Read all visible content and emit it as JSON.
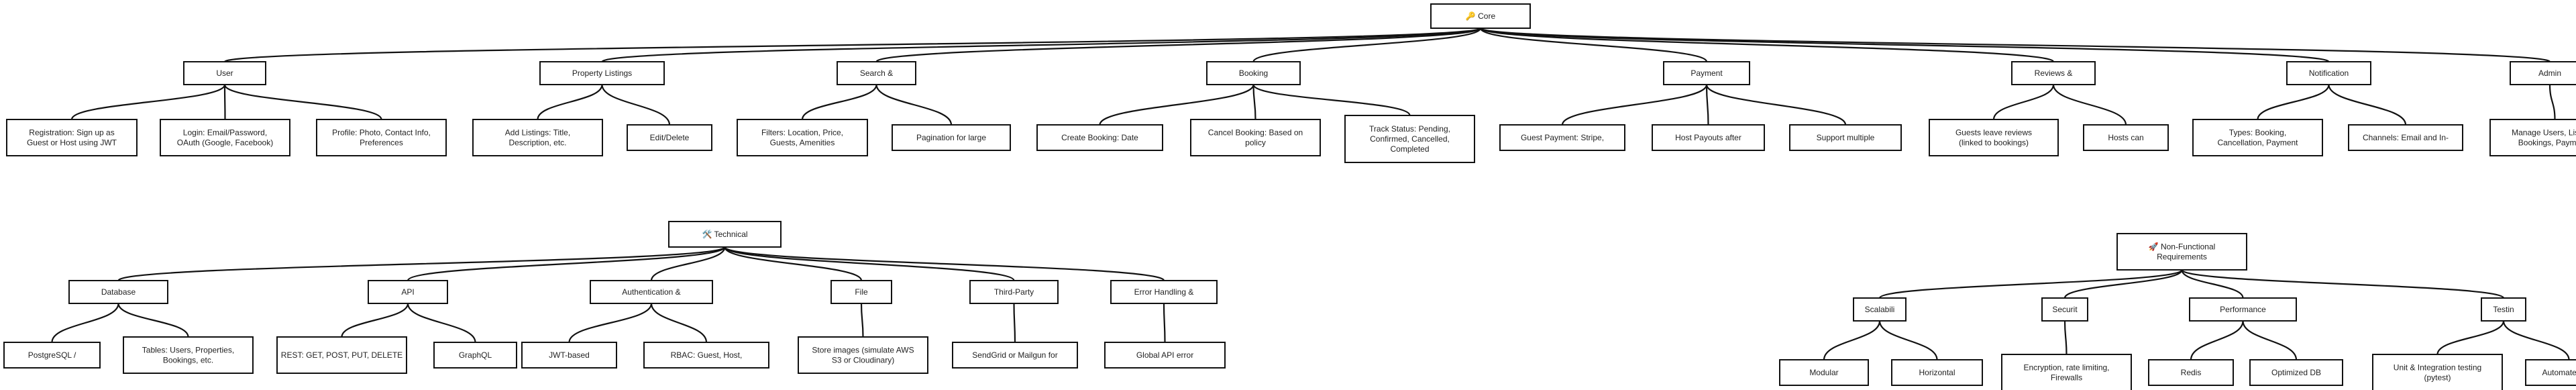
{
  "diagram": {
    "type": "mindmap-tree",
    "nodes": [
      {
        "id": "core",
        "label": [
          "🔑 Core"
        ],
        "parent": null
      },
      {
        "id": "user",
        "label": [
          "User"
        ],
        "parent": "core"
      },
      {
        "id": "listings",
        "label": [
          "Property Listings"
        ],
        "parent": "core"
      },
      {
        "id": "search",
        "label": [
          "Search &"
        ],
        "parent": "core"
      },
      {
        "id": "booking",
        "label": [
          "Booking"
        ],
        "parent": "core"
      },
      {
        "id": "payment",
        "label": [
          "Payment"
        ],
        "parent": "core"
      },
      {
        "id": "reviews",
        "label": [
          "Reviews &"
        ],
        "parent": "core"
      },
      {
        "id": "notification",
        "label": [
          "Notification"
        ],
        "parent": "core"
      },
      {
        "id": "admin",
        "label": [
          "Admin"
        ],
        "parent": "core"
      },
      {
        "id": "registration",
        "label": [
          "Registration: Sign up as",
          "Guest or Host using JWT"
        ],
        "parent": "user"
      },
      {
        "id": "login",
        "label": [
          "Login: Email/Password,",
          "OAuth (Google, Facebook)"
        ],
        "parent": "user"
      },
      {
        "id": "profile",
        "label": [
          "Profile: Photo, Contact Info,",
          "Preferences"
        ],
        "parent": "user"
      },
      {
        "id": "add_listings",
        "label": [
          "Add Listings: Title,",
          "Description, etc."
        ],
        "parent": "listings"
      },
      {
        "id": "edit_delete",
        "label": [
          "Edit/Delete"
        ],
        "parent": "listings"
      },
      {
        "id": "filters",
        "label": [
          "Filters: Location, Price,",
          "Guests, Amenities"
        ],
        "parent": "search"
      },
      {
        "id": "pagination",
        "label": [
          "Pagination for large"
        ],
        "parent": "search"
      },
      {
        "id": "create_booking",
        "label": [
          "Create Booking: Date"
        ],
        "parent": "booking"
      },
      {
        "id": "cancel_booking",
        "label": [
          "Cancel Booking: Based on",
          "policy"
        ],
        "parent": "booking"
      },
      {
        "id": "track_status",
        "label": [
          "Track Status: Pending,",
          "Confirmed, Cancelled,",
          "Completed"
        ],
        "parent": "booking"
      },
      {
        "id": "guest_payment",
        "label": [
          "Guest Payment: Stripe,"
        ],
        "parent": "payment"
      },
      {
        "id": "host_payouts",
        "label": [
          "Host Payouts after"
        ],
        "parent": "payment"
      },
      {
        "id": "support_multiple",
        "label": [
          "Support multiple"
        ],
        "parent": "payment"
      },
      {
        "id": "guests_reviews",
        "label": [
          "Guests leave reviews",
          "(linked to bookings)"
        ],
        "parent": "reviews"
      },
      {
        "id": "hosts_can",
        "label": [
          "Hosts can"
        ],
        "parent": "reviews"
      },
      {
        "id": "types",
        "label": [
          "Types: Booking,",
          "Cancellation, Payment"
        ],
        "parent": "notification"
      },
      {
        "id": "channels",
        "label": [
          "Channels: Email and In-"
        ],
        "parent": "notification"
      },
      {
        "id": "manage",
        "label": [
          "Manage Users, Listings,",
          "Bookings, Payments"
        ],
        "parent": "admin"
      },
      {
        "id": "technical",
        "label": [
          "🛠️ Technical"
        ],
        "parent": null
      },
      {
        "id": "database",
        "label": [
          "Database"
        ],
        "parent": "technical"
      },
      {
        "id": "api",
        "label": [
          "API"
        ],
        "parent": "technical"
      },
      {
        "id": "auth",
        "label": [
          "Authentication &"
        ],
        "parent": "technical"
      },
      {
        "id": "file",
        "label": [
          "File"
        ],
        "parent": "technical"
      },
      {
        "id": "thirdparty",
        "label": [
          "Third-Party"
        ],
        "parent": "technical"
      },
      {
        "id": "errorhandling",
        "label": [
          "Error Handling &"
        ],
        "parent": "technical"
      },
      {
        "id": "postgresql",
        "label": [
          "PostgreSQL /"
        ],
        "parent": "database"
      },
      {
        "id": "tables",
        "label": [
          "Tables: Users, Properties,",
          "Bookings, etc."
        ],
        "parent": "database"
      },
      {
        "id": "rest",
        "label": [
          "REST: GET, POST, PUT, DELETE"
        ],
        "parent": "api"
      },
      {
        "id": "graphql",
        "label": [
          "GraphQL"
        ],
        "parent": "api"
      },
      {
        "id": "jwt",
        "label": [
          "JWT-based"
        ],
        "parent": "auth"
      },
      {
        "id": "rbac",
        "label": [
          "RBAC: Guest, Host,"
        ],
        "parent": "auth"
      },
      {
        "id": "store_images",
        "label": [
          "Store images (simulate AWS",
          "S3 or Cloudinary)"
        ],
        "parent": "file"
      },
      {
        "id": "sendgrid",
        "label": [
          "SendGrid or Mailgun for"
        ],
        "parent": "thirdparty"
      },
      {
        "id": "global_api_error",
        "label": [
          "Global API error"
        ],
        "parent": "errorhandling"
      },
      {
        "id": "nonfunctional",
        "label": [
          "🚀 Non-Functional",
          "Requirements"
        ],
        "parent": null
      },
      {
        "id": "scalability",
        "label": [
          "Scalabili"
        ],
        "parent": "nonfunctional"
      },
      {
        "id": "security",
        "label": [
          "Securit"
        ],
        "parent": "nonfunctional"
      },
      {
        "id": "performance",
        "label": [
          "Performance"
        ],
        "parent": "nonfunctional"
      },
      {
        "id": "testing",
        "label": [
          "Testin"
        ],
        "parent": "nonfunctional"
      },
      {
        "id": "modular",
        "label": [
          "Modular"
        ],
        "parent": "scalability"
      },
      {
        "id": "horizontal",
        "label": [
          "Horizontal"
        ],
        "parent": "scalability"
      },
      {
        "id": "encryption",
        "label": [
          "Encryption, rate limiting,",
          "Firewalls"
        ],
        "parent": "security"
      },
      {
        "id": "redis",
        "label": [
          "Redis"
        ],
        "parent": "performance"
      },
      {
        "id": "optimized_db",
        "label": [
          "Optimized DB"
        ],
        "parent": "performance"
      },
      {
        "id": "unit_testing",
        "label": [
          "Unit & Integration testing",
          "(pytest)"
        ],
        "parent": "testing"
      },
      {
        "id": "automated_api",
        "label": [
          "Automated API"
        ],
        "parent": "testing"
      }
    ]
  }
}
